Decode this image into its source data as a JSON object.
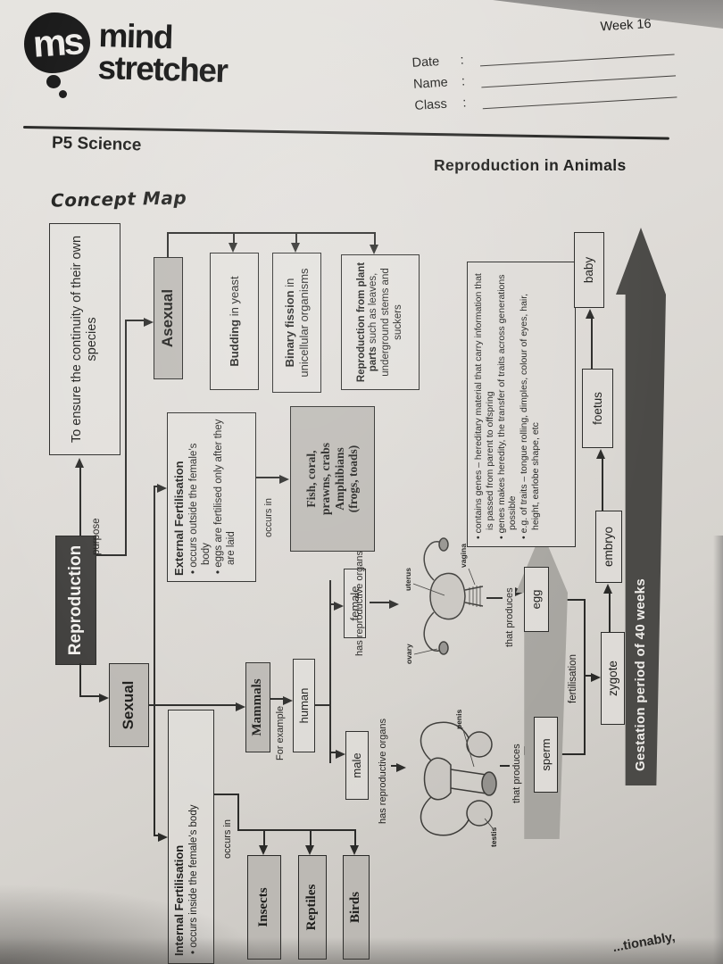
{
  "header": {
    "logo_monogram": "ms",
    "logo_line1": "mind",
    "logo_line2": "stretcher",
    "week_label": "Week 16",
    "fields": {
      "date_label": "Date",
      "name_label": "Name",
      "class_label": "Class",
      "colon": ":"
    }
  },
  "titles": {
    "subject": "P5 Science",
    "topic": "Reproduction in Animals",
    "map_heading": "Concept Map"
  },
  "map": {
    "root": "Reproduction",
    "purpose": "purpose",
    "purpose_target": "To ensure the continuity of their own species",
    "sexual": "Sexual",
    "asexual": "Asexual",
    "budding_bold": "Budding",
    "budding_rest": " in yeast",
    "binary_bold": "Binary fission",
    "binary_rest": " in unicellular organisms",
    "plant_bold": "Reproduction from plant parts",
    "plant_rest": " such as leaves, underground stems and suckers",
    "external_title": "External Fertilisation",
    "external_b1": "occurs outside the female’s body",
    "external_b2": "eggs are fertilised only after they are laid",
    "occurs_in": "occurs in",
    "fish_l1": "Fish, coral,",
    "fish_l2": "prawns, crabs",
    "fish_l3": "Amphibians",
    "fish_l4": "(frogs, toads)",
    "internal_title": "Internal Fertilisation",
    "internal_b1": "occurs inside the female’s body",
    "insects": "Insects",
    "reptiles": "Reptiles",
    "birds": "Birds",
    "mammals": "Mammals",
    "for_example": "For example",
    "human": "human",
    "male": "male",
    "female": "female",
    "has_organs": "has reproductive organs",
    "that_produces": "that produces",
    "sperm": "sperm",
    "egg": "egg",
    "fertilisation": "fertilisation",
    "zygote": "zygote",
    "embryo": "embryo",
    "foetus": "foetus",
    "baby": "baby",
    "gestation": "Gestation period of 40 weeks",
    "genes_b1": "contains genes – hereditary material that carry information that is passed from parent to offspring",
    "genes_b2": "genes makes heredity, the transfer of traits across generations possible",
    "genes_b3": "e.g. of traits – tongue rolling, dimples, colour of eyes, hair, height, earlobe shape, etc",
    "female_organ_labels": {
      "ovary": "ovary",
      "uterus": "uterus",
      "vagina": "vagina"
    },
    "male_organ_labels": {
      "penis": "penis",
      "testis": "testis"
    }
  },
  "photo": {
    "page_fragment": "...tionably,"
  },
  "colors": {
    "accent_dark_box": "#403f3d",
    "shaded_box": "#bcb9b4",
    "gestation_arrow": "#4b4a47",
    "genes_arrow": "#a7a5a0",
    "line": "#2a2a28"
  }
}
